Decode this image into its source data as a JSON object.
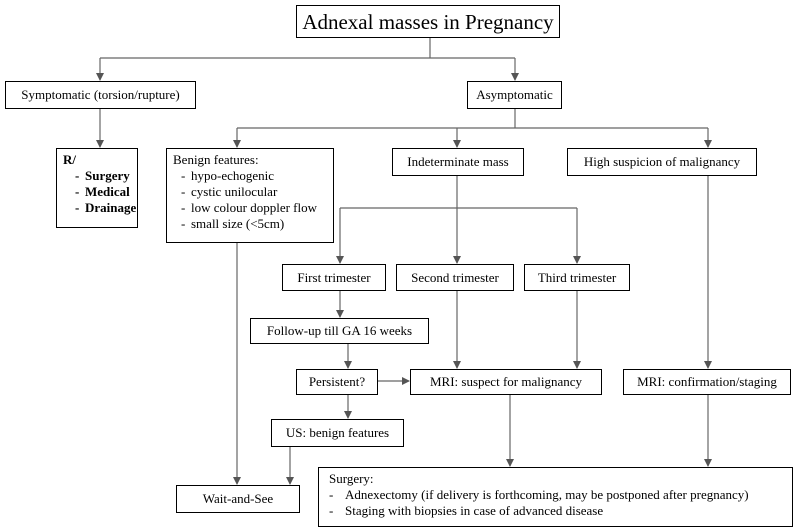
{
  "title": "Adnexal masses in Pregnancy",
  "symptomatic": {
    "label": "Symptomatic (torsion/rupture)",
    "treatment_heading": "R/",
    "treatments": [
      "Surgery",
      "Medical",
      "Drainage"
    ]
  },
  "asymptomatic": {
    "label": "Asymptomatic"
  },
  "benign": {
    "heading": "Benign features:",
    "features": [
      "hypo-echogenic",
      "cystic unilocular",
      "low colour doppler flow",
      "small size (<5cm)"
    ]
  },
  "indeterminate": {
    "label": "Indeterminate mass"
  },
  "high_suspicion": {
    "label": "High suspicion of malignancy"
  },
  "trimesters": {
    "first": "First trimester",
    "second": "Second trimester",
    "third": "Third trimester"
  },
  "followup": {
    "label": "Follow-up till GA 16 weeks"
  },
  "persistent": {
    "label": "Persistent?"
  },
  "mri_suspect": {
    "label": "MRI: suspect for malignancy"
  },
  "mri_confirm": {
    "label": "MRI: confirmation/staging"
  },
  "us_benign": {
    "label": "US: benign features"
  },
  "wait_and_see": {
    "label": "Wait-and-See"
  },
  "surgery": {
    "heading": "Surgery:",
    "items": [
      "Adnexectomy (if delivery is forthcoming, may be postponed after pregnancy)",
      "Staging with biopsies in case of advanced disease"
    ]
  }
}
